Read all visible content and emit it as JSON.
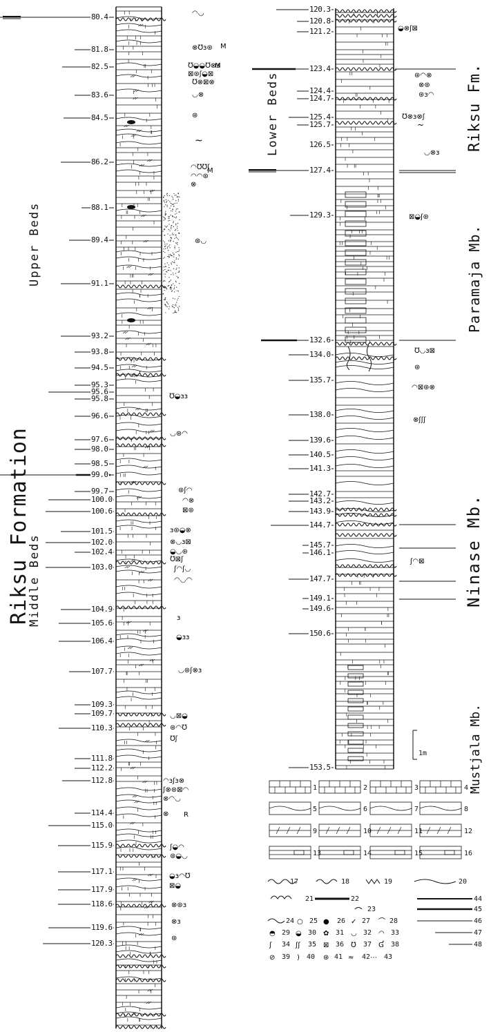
{
  "section_labels": {
    "riksu_formation": "Riksu Formation",
    "upper_beds": "Upper Beds",
    "middle_beds": "Middle Beds",
    "lower_beds": "Lower Beds",
    "riksu_fm": "Riksu Fm.",
    "paramaja_mb": "Paramaja Mb.",
    "ninase_mb": "Ninase Mb.",
    "mustjala_mb": "Mustjala Mb."
  },
  "scale_label": "1m",
  "left_column_depths": [
    "80.4",
    "81.8",
    "82.5",
    "83.6",
    "84.5",
    "86.2",
    "88.1",
    "89.4",
    "91.1",
    "93.2",
    "93.8",
    "94.5",
    "95.3",
    "95.6",
    "95.8",
    "96.6",
    "97.6",
    "98.0",
    "98.5",
    "99.0",
    "99.7",
    "100.0",
    "100.6",
    "101.5",
    "102.0",
    "102.4",
    "103.0",
    "104.9",
    "105.6",
    "106.4",
    "107.7",
    "109.3",
    "109.7",
    "110.3",
    "111.8",
    "112.2",
    "112.8",
    "114.4",
    "115.0",
    "115.9",
    "117.1",
    "117.9",
    "118.6",
    "119.6",
    "120.3"
  ],
  "right_column_depths": [
    "120.3",
    "120.8",
    "121.2",
    "123.4",
    "124.4",
    "124.7",
    "125.4",
    "125.7",
    "126.5",
    "127.4",
    "129.3",
    "132.6",
    "134.0",
    "135.7",
    "138.0",
    "139.6",
    "140.5",
    "141.3",
    "142.7",
    "143.2",
    "143.9",
    "144.7",
    "145.7",
    "146.1",
    "147.7",
    "149.1",
    "149.6",
    "150.6",
    "153.5"
  ],
  "legend_numbers": [
    "1",
    "2",
    "3",
    "4",
    "5",
    "6",
    "7",
    "8",
    "9",
    "10",
    "11",
    "12",
    "13",
    "14",
    "15",
    "16",
    "17",
    "18",
    "19",
    "20",
    "21",
    "22",
    "23",
    "24",
    "25",
    "26",
    "27",
    "28",
    "29",
    "30",
    "31",
    "32",
    "33",
    "34",
    "35",
    "36",
    "37",
    "38",
    "39",
    "40",
    "41",
    "42",
    "43",
    "44",
    "45",
    "46",
    "47",
    "48"
  ],
  "inline_letters": [
    "M",
    "M",
    "R"
  ]
}
